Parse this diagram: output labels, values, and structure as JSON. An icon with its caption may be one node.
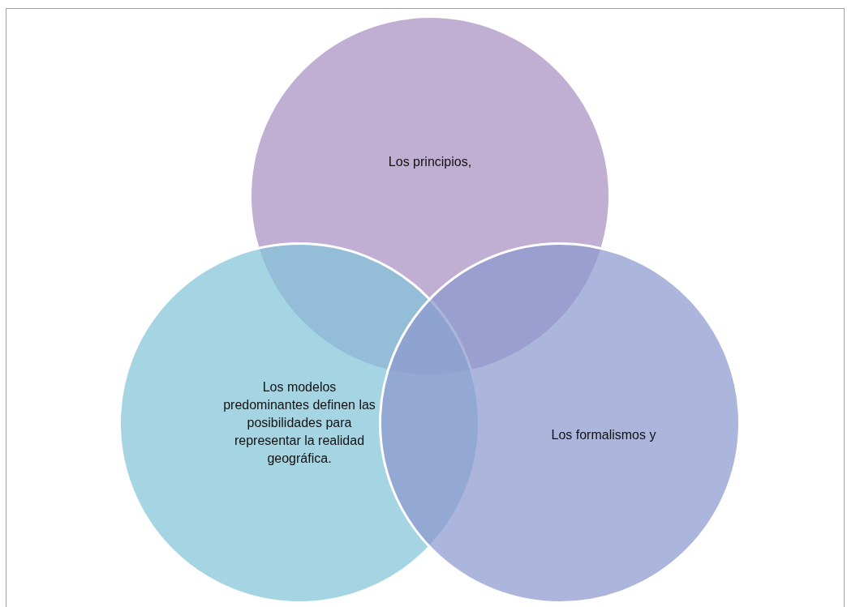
{
  "diagram": {
    "nodes": [
      {
        "text": [
          "Los principios,"
        ]
      },
      {
        "text": [
          "Los modelos predominantes definen las posibilidades para representar la realidad geográfica."
        ]
      },
      {
        "text": [
          "Los formalismos y"
        ]
      }
    ]
  }
}
